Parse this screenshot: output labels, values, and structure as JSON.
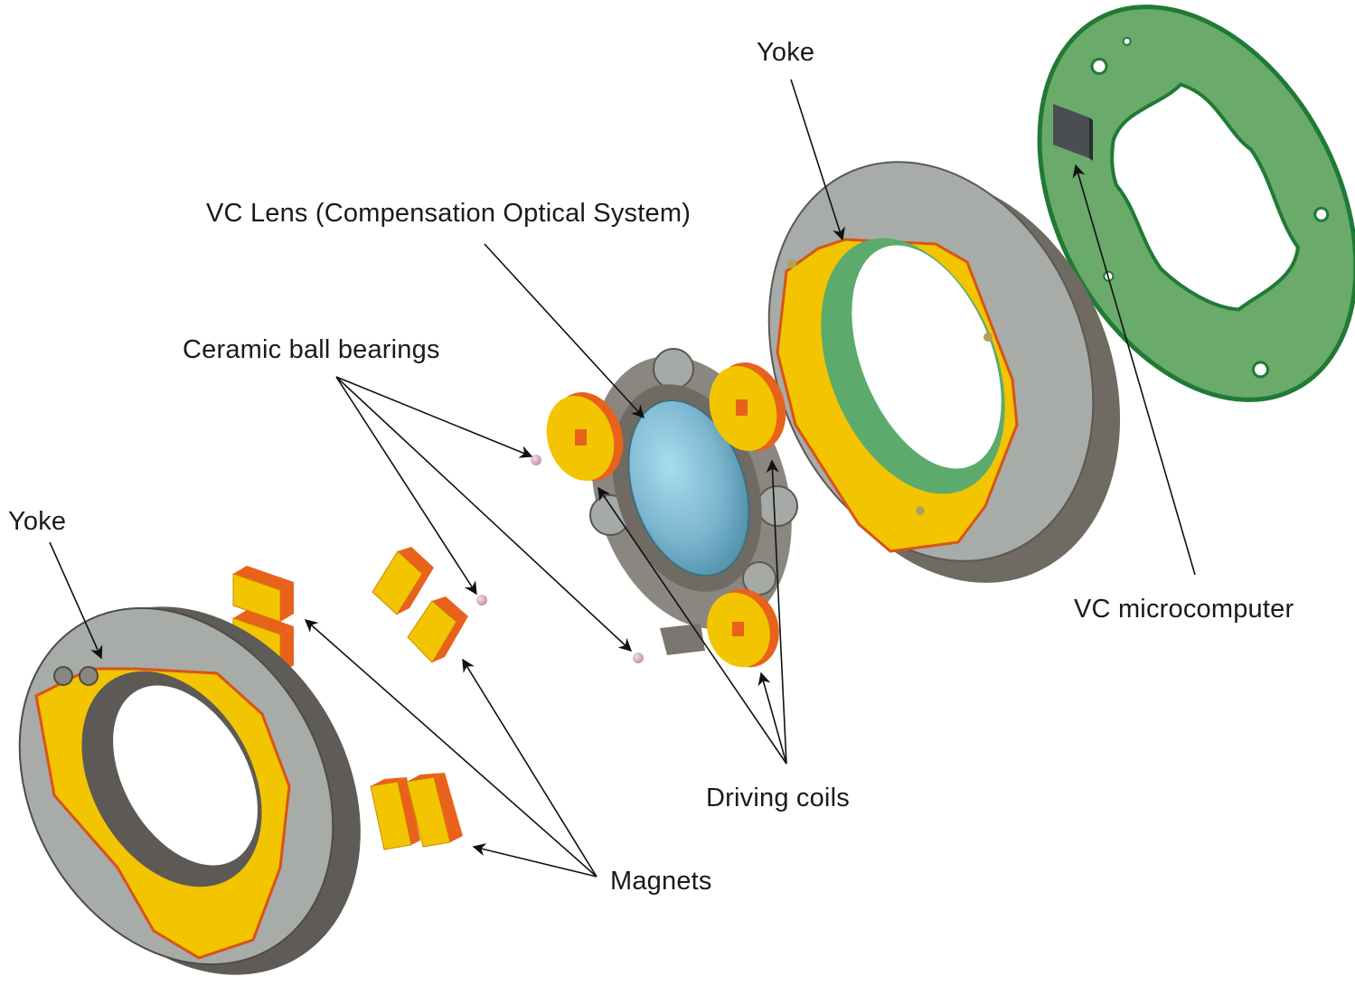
{
  "title": "VC (Vibration Compensation) mechanism exploded view",
  "labels": {
    "vc_lens": "VC Lens (Compensation Optical System)",
    "ceramic_ball_bearings": "Ceramic ball bearings",
    "yoke_top": "Yoke",
    "yoke_left": "Yoke",
    "vc_microcomputer": "VC microcomputer",
    "driving_coils": "Driving coils",
    "magnets": "Magnets"
  },
  "components": [
    {
      "id": "rear-yoke-assembly",
      "name": "Yoke (rear magnet ring)"
    },
    {
      "id": "magnets",
      "name": "Magnets",
      "count": 6
    },
    {
      "id": "ceramic-ball-bearings",
      "name": "Ceramic ball bearings",
      "count": 3
    },
    {
      "id": "vc-lens-unit",
      "name": "VC Lens (Compensation Optical System)"
    },
    {
      "id": "driving-coils",
      "name": "Driving coils",
      "count": 3
    },
    {
      "id": "front-yoke-assembly",
      "name": "Yoke (front ring)"
    },
    {
      "id": "pcb",
      "name": "VC microcomputer board"
    }
  ],
  "colors": {
    "yoke_yellow": "#f2c500",
    "magnet_orange": "#e8621c",
    "housing_gray": "#6f6a62",
    "housing_light": "#a7aca8",
    "pcb_green": "#6aaa6a",
    "pcb_edge": "#1f7a35",
    "lens_blue": "#7fb8d2",
    "bearing_pink": "#d8b2c8",
    "chip_dark": "#4a4d52"
  }
}
